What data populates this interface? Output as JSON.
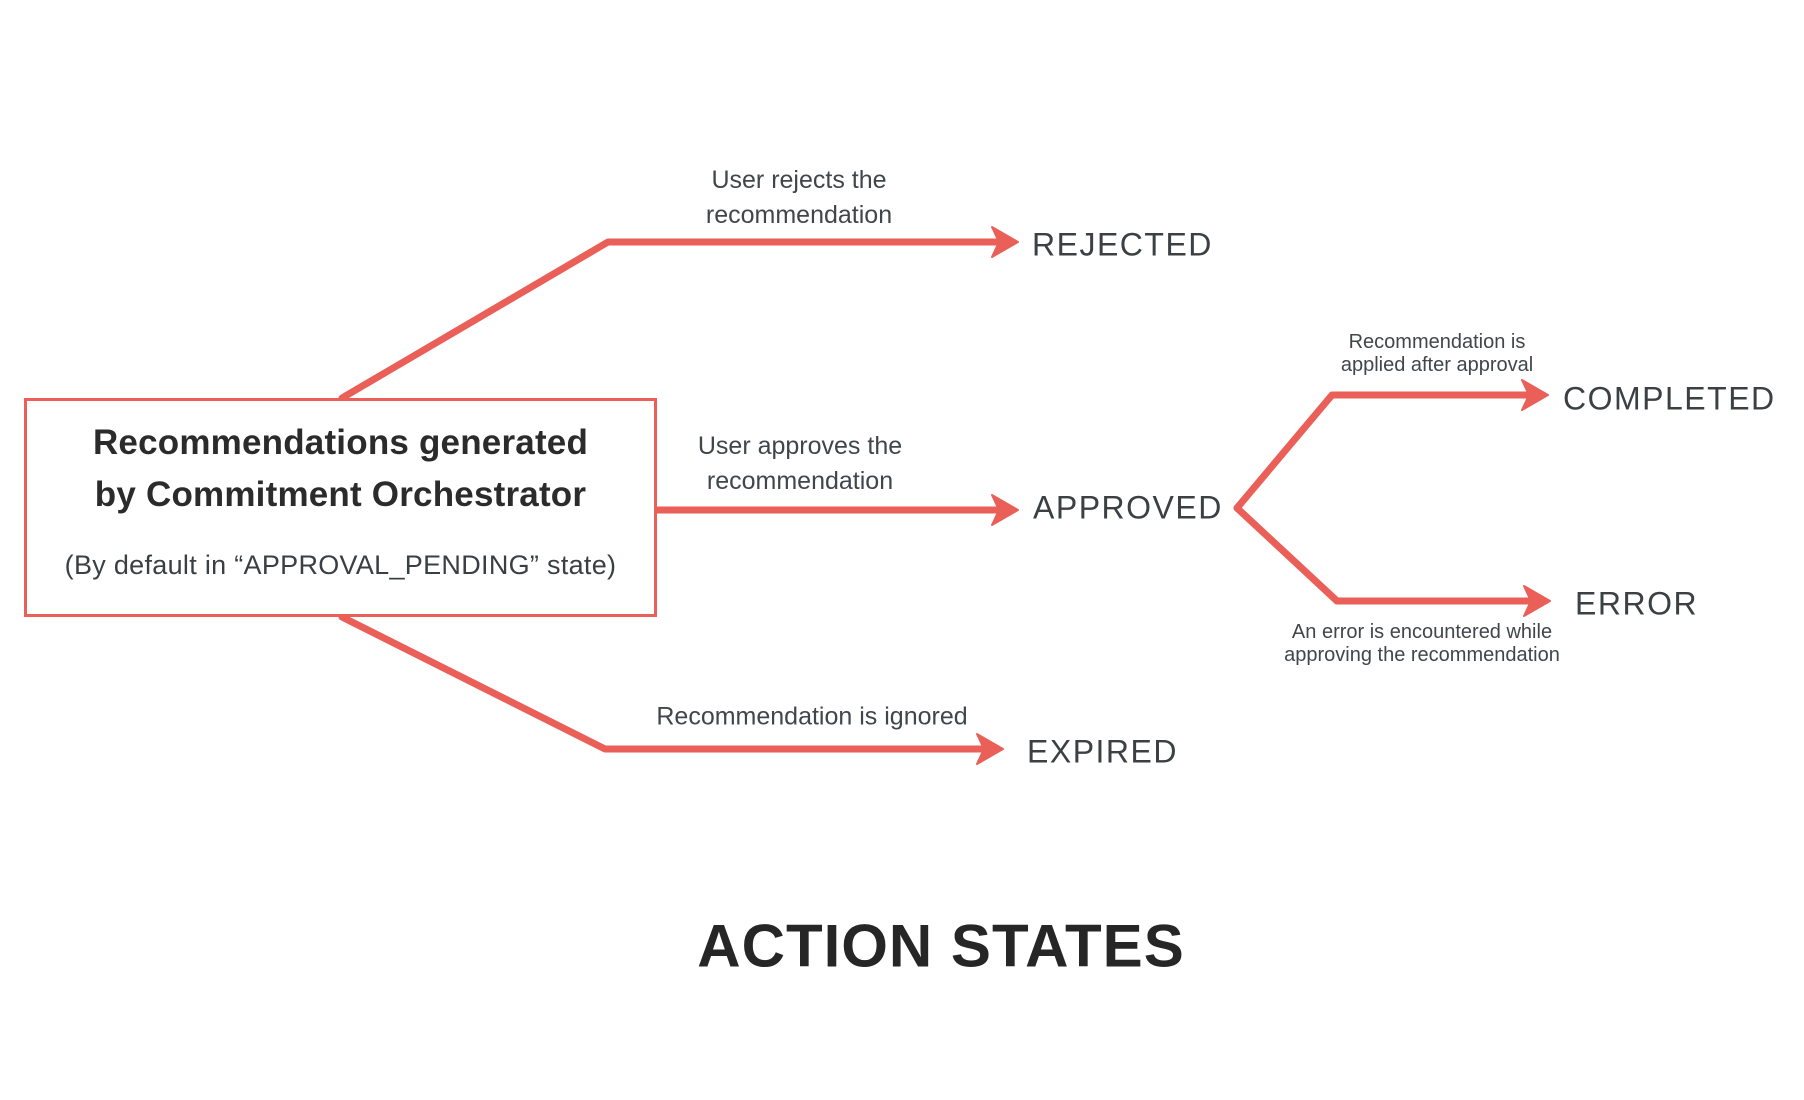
{
  "diagram_title": "ACTION STATES",
  "box": {
    "title_lines": [
      "Recommendations generated",
      "by Commitment Orchestrator"
    ],
    "subtitle": "(By default in “APPROVAL_PENDING” state)"
  },
  "states": {
    "rejected": "REJECTED",
    "approved": "APPROVED",
    "completed": "COMPLETED",
    "error": "ERROR",
    "expired": "EXPIRED"
  },
  "captions": {
    "reject_lines": [
      "User rejects the",
      "recommendation"
    ],
    "approve_lines": [
      "User approves the",
      "recommendation"
    ],
    "completed_lines": [
      "Recommendation is",
      "applied after approval"
    ],
    "error_lines": [
      "An error is encountered while",
      "approving the recommendation"
    ],
    "expired_lines": [
      "Recommendation is ignored"
    ]
  },
  "transitions": [
    {
      "from": "APPROVAL_PENDING",
      "label": "User rejects the recommendation",
      "to": "REJECTED"
    },
    {
      "from": "APPROVAL_PENDING",
      "label": "User approves the recommendation",
      "to": "APPROVED"
    },
    {
      "from": "APPROVAL_PENDING",
      "label": "Recommendation is ignored",
      "to": "EXPIRED"
    },
    {
      "from": "APPROVED",
      "label": "Recommendation is applied after approval",
      "to": "COMPLETED"
    },
    {
      "from": "APPROVED",
      "label": "An error is encountered while approving the recommendation",
      "to": "ERROR"
    }
  ],
  "colors": {
    "accent": "#EA5F58",
    "title_text": "#2b2b2b",
    "caption_text": "#41464a",
    "state_text": "#3b4043"
  }
}
